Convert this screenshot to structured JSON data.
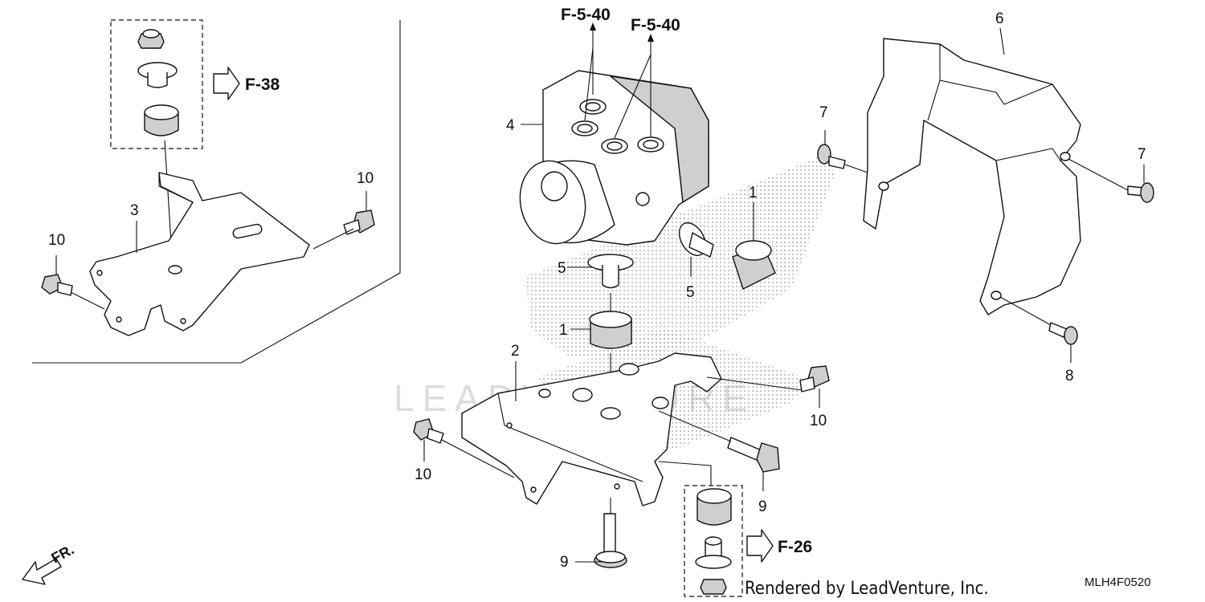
{
  "diagram_code": "MLH4F0520",
  "credit": "Rendered by LeadVenture, Inc.",
  "watermark": "LEADVENTURE",
  "direction_label": "FR.",
  "refs": {
    "f38": "F-38",
    "f26": "F-26",
    "f540a": "F-5-40",
    "f540b": "F-5-40"
  },
  "callouts": {
    "c1a": "1",
    "c1b": "1",
    "c2": "2",
    "c3": "3",
    "c4": "4",
    "c5a": "5",
    "c5b": "5",
    "c6": "6",
    "c7a": "7",
    "c7b": "7",
    "c8": "8",
    "c9a": "9",
    "c9b": "9",
    "c10a": "10",
    "c10b": "10",
    "c10c": "10",
    "c10d": "10"
  }
}
